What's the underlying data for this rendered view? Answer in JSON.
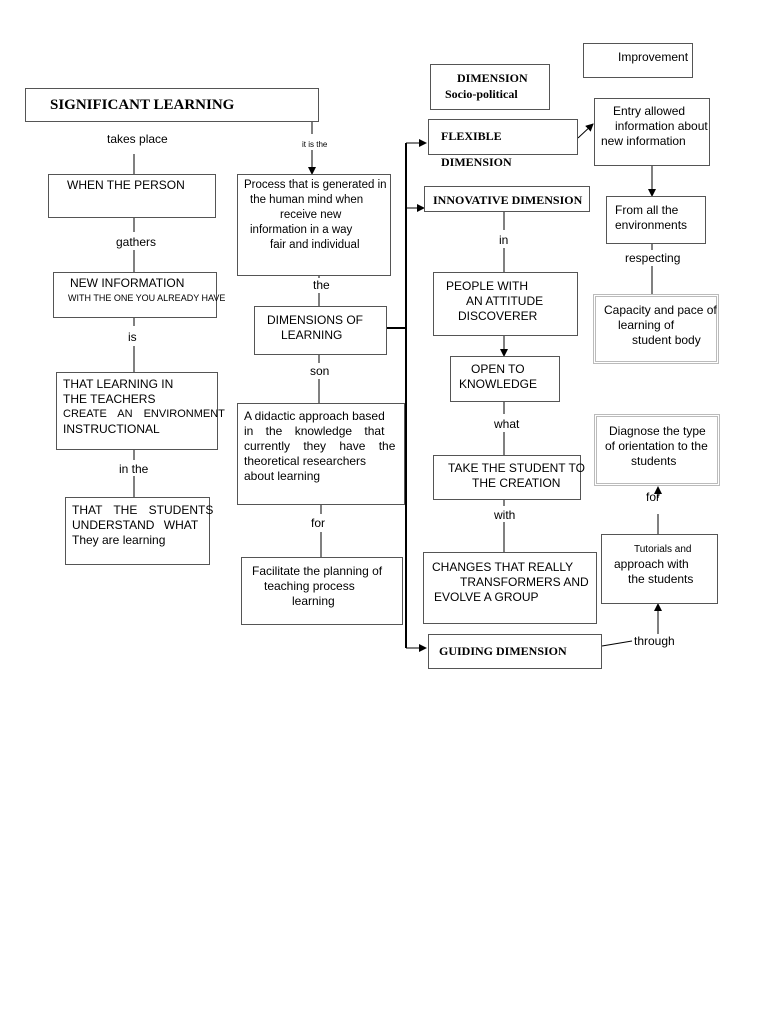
{
  "nodes": {
    "significant_learning": "SIGNIFICANT LEARNING",
    "when_the_person": "WHEN THE PERSON",
    "new_information": "NEW INFORMATION",
    "new_information_sub": "WITH THE ONE YOU ALREADY HAVE",
    "that_learning": [
      "THAT LEARNING IN",
      "THE TEACHERS",
      "CREATE AN ENVIRONMENT",
      "INSTRUCTIONAL"
    ],
    "that_the_students": [
      "THAT THE STUDENTS",
      "UNDERSTAND WHAT",
      "They are learning"
    ],
    "process": [
      "Process that is generated in",
      "the human mind when",
      "receive new",
      "information in a way",
      "fair and individual"
    ],
    "dimensions_of_learning": [
      "DIMENSIONS OF",
      "LEARNING"
    ],
    "didactic": [
      "A didactic approach based",
      "in the knowledge that",
      "currently they have the",
      "theoretical researchers",
      "about learning"
    ],
    "facilitate": [
      "Facilitate the planning of",
      "teaching process",
      "learning"
    ],
    "dimension_sociopolitical": [
      "DIMENSION",
      "Socio-political"
    ],
    "improvement": "Improvement",
    "flexible_dimension": "FLEXIBLE DIMENSION",
    "entry_allowed": [
      "Entry allowed",
      "information about",
      "new information"
    ],
    "from_all": [
      "From all the",
      "environments"
    ],
    "capacity": [
      "Capacity and pace of",
      "learning of",
      "student body"
    ],
    "innovative_dimension": "INNOVATIVE DIMENSION",
    "people_with": [
      "PEOPLE WITH",
      "AN ATTITUDE",
      "DISCOVERER"
    ],
    "open_to": [
      "OPEN TO",
      "KNOWLEDGE"
    ],
    "take_student": [
      "TAKE THE STUDENT TO",
      "THE CREATION"
    ],
    "changes": [
      "CHANGES THAT REALLY",
      "TRANSFORMERS AND",
      "EVOLVE A GROUP"
    ],
    "guiding_dimension": "GUIDING DIMENSION",
    "diagnose": [
      "Diagnose the type",
      "of orientation to the",
      "students"
    ],
    "tutorials": [
      "Tutorials and",
      "approach with",
      "the students"
    ]
  },
  "connectors": {
    "takes_place": "takes place",
    "gathers": "gathers",
    "is": "is",
    "in_the": "in the",
    "it_is_the": "it is the",
    "the": "the",
    "son": "son",
    "for_left": "for",
    "in": "in",
    "what": "what",
    "with": "with",
    "respecting": "respecting",
    "for_right": "for",
    "through": "through"
  }
}
